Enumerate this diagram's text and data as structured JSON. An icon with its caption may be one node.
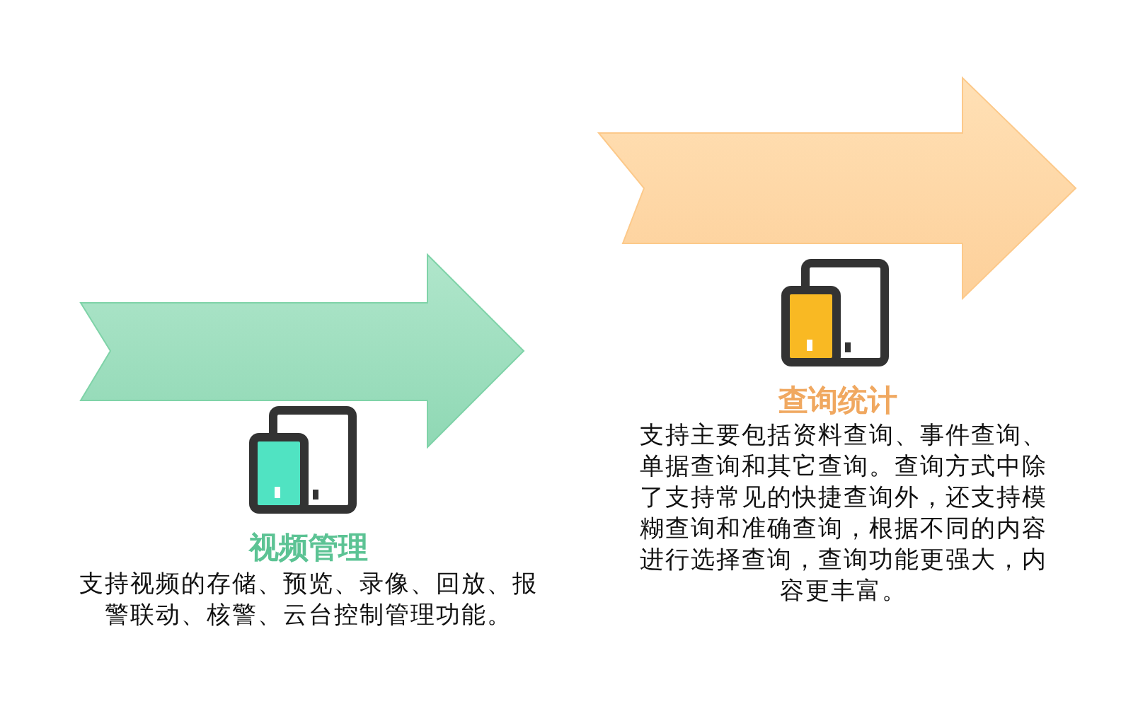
{
  "diagram": {
    "labels": [
      "查询统计",
      "支持主要包括资料查询、事件查询、单据查询和其它查询。查询方式中除了支持常见的快捷查询外，还支持模糊查询和准确查询，根据不同的内容进行选择查询，查询功能更强大，内容更丰富。",
      "视频管理",
      "支持视频的存储、预览、录像、回放、报警联动、核警、云台控制管理功能。"
    ]
  }
}
